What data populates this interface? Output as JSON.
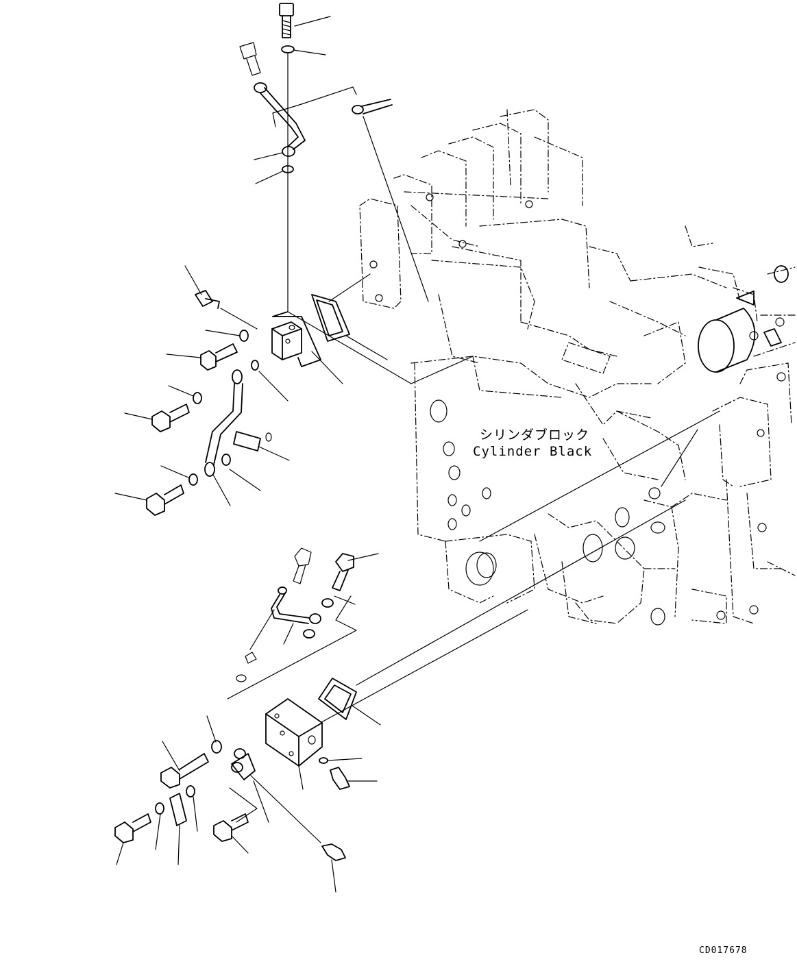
{
  "diagram": {
    "labels": {
      "part_name_jp": "シリンダブロック",
      "part_name_en": "Cylinder Black"
    },
    "figure_code": "CD017678"
  }
}
